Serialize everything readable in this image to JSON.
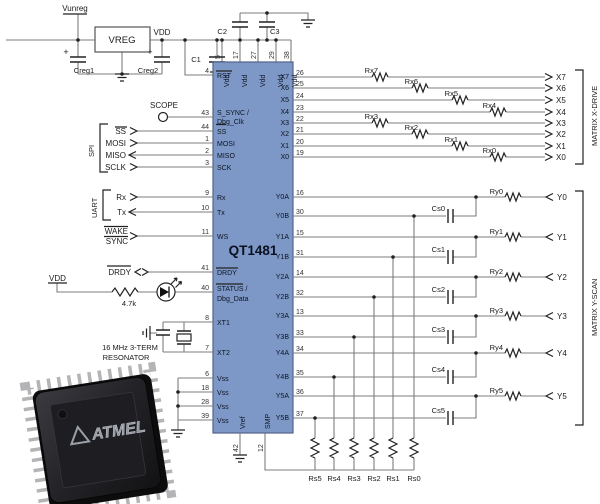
{
  "power": {
    "vunreg": "Vunreg",
    "vreg": "VREG",
    "vdd": "VDD",
    "plus": "+",
    "creg1": "Creg1",
    "creg2": "Creg2",
    "c1": "C1",
    "c2": "C2",
    "c3": "C3"
  },
  "chip": {
    "name": "QT1481",
    "fill": "#7d98c6",
    "top_pins": [
      {
        "num": "5",
        "label": "Vdd"
      },
      {
        "num": "17",
        "label": "Vdd"
      },
      {
        "num": "27",
        "label": "Vdd"
      },
      {
        "num": "29",
        "label": "Vdd"
      },
      {
        "num": "38",
        "label": "Vdd"
      }
    ],
    "left_pins": [
      {
        "num": "4",
        "label": "RST"
      },
      {
        "num": "43",
        "label": "S_SYNC /",
        "label2": "Dbg_Clk"
      },
      {
        "num": "44",
        "label": "SS"
      },
      {
        "num": "1",
        "label": "MOSI"
      },
      {
        "num": "2",
        "label": "MISO"
      },
      {
        "num": "3",
        "label": "SCK"
      },
      {
        "num": "9",
        "label": "Rx"
      },
      {
        "num": "10",
        "label": "Tx"
      },
      {
        "num": "11",
        "label": "WS"
      },
      {
        "num": "41",
        "label": "DRDY"
      },
      {
        "num": "40",
        "label": "STATUS /",
        "label2": "Dbg_Data"
      },
      {
        "num": "8",
        "label": "XT1"
      },
      {
        "num": "7",
        "label": "XT2"
      },
      {
        "num": "6",
        "label": "Vss"
      },
      {
        "num": "18",
        "label": "Vss"
      },
      {
        "num": "28",
        "label": "Vss"
      },
      {
        "num": "39",
        "label": "Vss"
      }
    ],
    "bottom_pins": [
      {
        "num": "42",
        "label": "Vref"
      },
      {
        "num": "12",
        "label": "SMP"
      }
    ],
    "x_pins": [
      {
        "num": "26",
        "label": "X7"
      },
      {
        "num": "25",
        "label": "X6"
      },
      {
        "num": "24",
        "label": "X5"
      },
      {
        "num": "23",
        "label": "X4"
      },
      {
        "num": "22",
        "label": "X3"
      },
      {
        "num": "21",
        "label": "X2"
      },
      {
        "num": "20",
        "label": "X1"
      },
      {
        "num": "19",
        "label": "X0"
      }
    ],
    "y_pins": [
      {
        "num": "16",
        "label": "Y0A"
      },
      {
        "num": "30",
        "label": "Y0B"
      },
      {
        "num": "15",
        "label": "Y1A"
      },
      {
        "num": "31",
        "label": "Y1B"
      },
      {
        "num": "14",
        "label": "Y2A"
      },
      {
        "num": "32",
        "label": "Y2B"
      },
      {
        "num": "13",
        "label": "Y3A"
      },
      {
        "num": "33",
        "label": "Y3B"
      },
      {
        "num": "34",
        "label": "Y4A"
      },
      {
        "num": "35",
        "label": "Y4B"
      },
      {
        "num": "36",
        "label": "Y5A"
      },
      {
        "num": "37",
        "label": "Y5B"
      }
    ]
  },
  "io": {
    "scope": "SCOPE",
    "spi_group": "SPI",
    "spi": [
      "SS",
      "MOSI",
      "MISO",
      "SCLK"
    ],
    "uart_group": "UART",
    "uart": [
      "Rx",
      "Tx"
    ],
    "wake": "WAKE",
    "sync": "SYNC",
    "drdy": "DRDY",
    "vdd": "VDD",
    "led_resistor": "4.7k",
    "resonator1": "16 MHz 3-TERM",
    "resonator2": "RESONATOR"
  },
  "xdrive": {
    "bracket": "MATRIX X-DRIVE",
    "resistors": [
      "Rx7",
      "Rx6",
      "Rx5",
      "Rx4",
      "Rx3",
      "Rx2",
      "Rx1",
      "Rx0"
    ],
    "terminals": [
      "X7",
      "X6",
      "X5",
      "X4",
      "X3",
      "X2",
      "X1",
      "X0"
    ]
  },
  "yscan": {
    "bracket": "MATRIX Y-SCAN",
    "caps": [
      "Cs0",
      "Cs1",
      "Cs2",
      "Cs3",
      "Cs4",
      "Cs5"
    ],
    "resistors": [
      "Ry0",
      "Ry1",
      "Ry2",
      "Ry3",
      "Ry4",
      "Ry5"
    ],
    "terminals": [
      "Y0",
      "Y1",
      "Y2",
      "Y3",
      "Y4",
      "Y5"
    ],
    "sample_resistors": [
      "Rs5",
      "Rs4",
      "Rs3",
      "Rs2",
      "Rs1",
      "Rs0"
    ]
  },
  "photo": {
    "brand": "ATMEL"
  }
}
